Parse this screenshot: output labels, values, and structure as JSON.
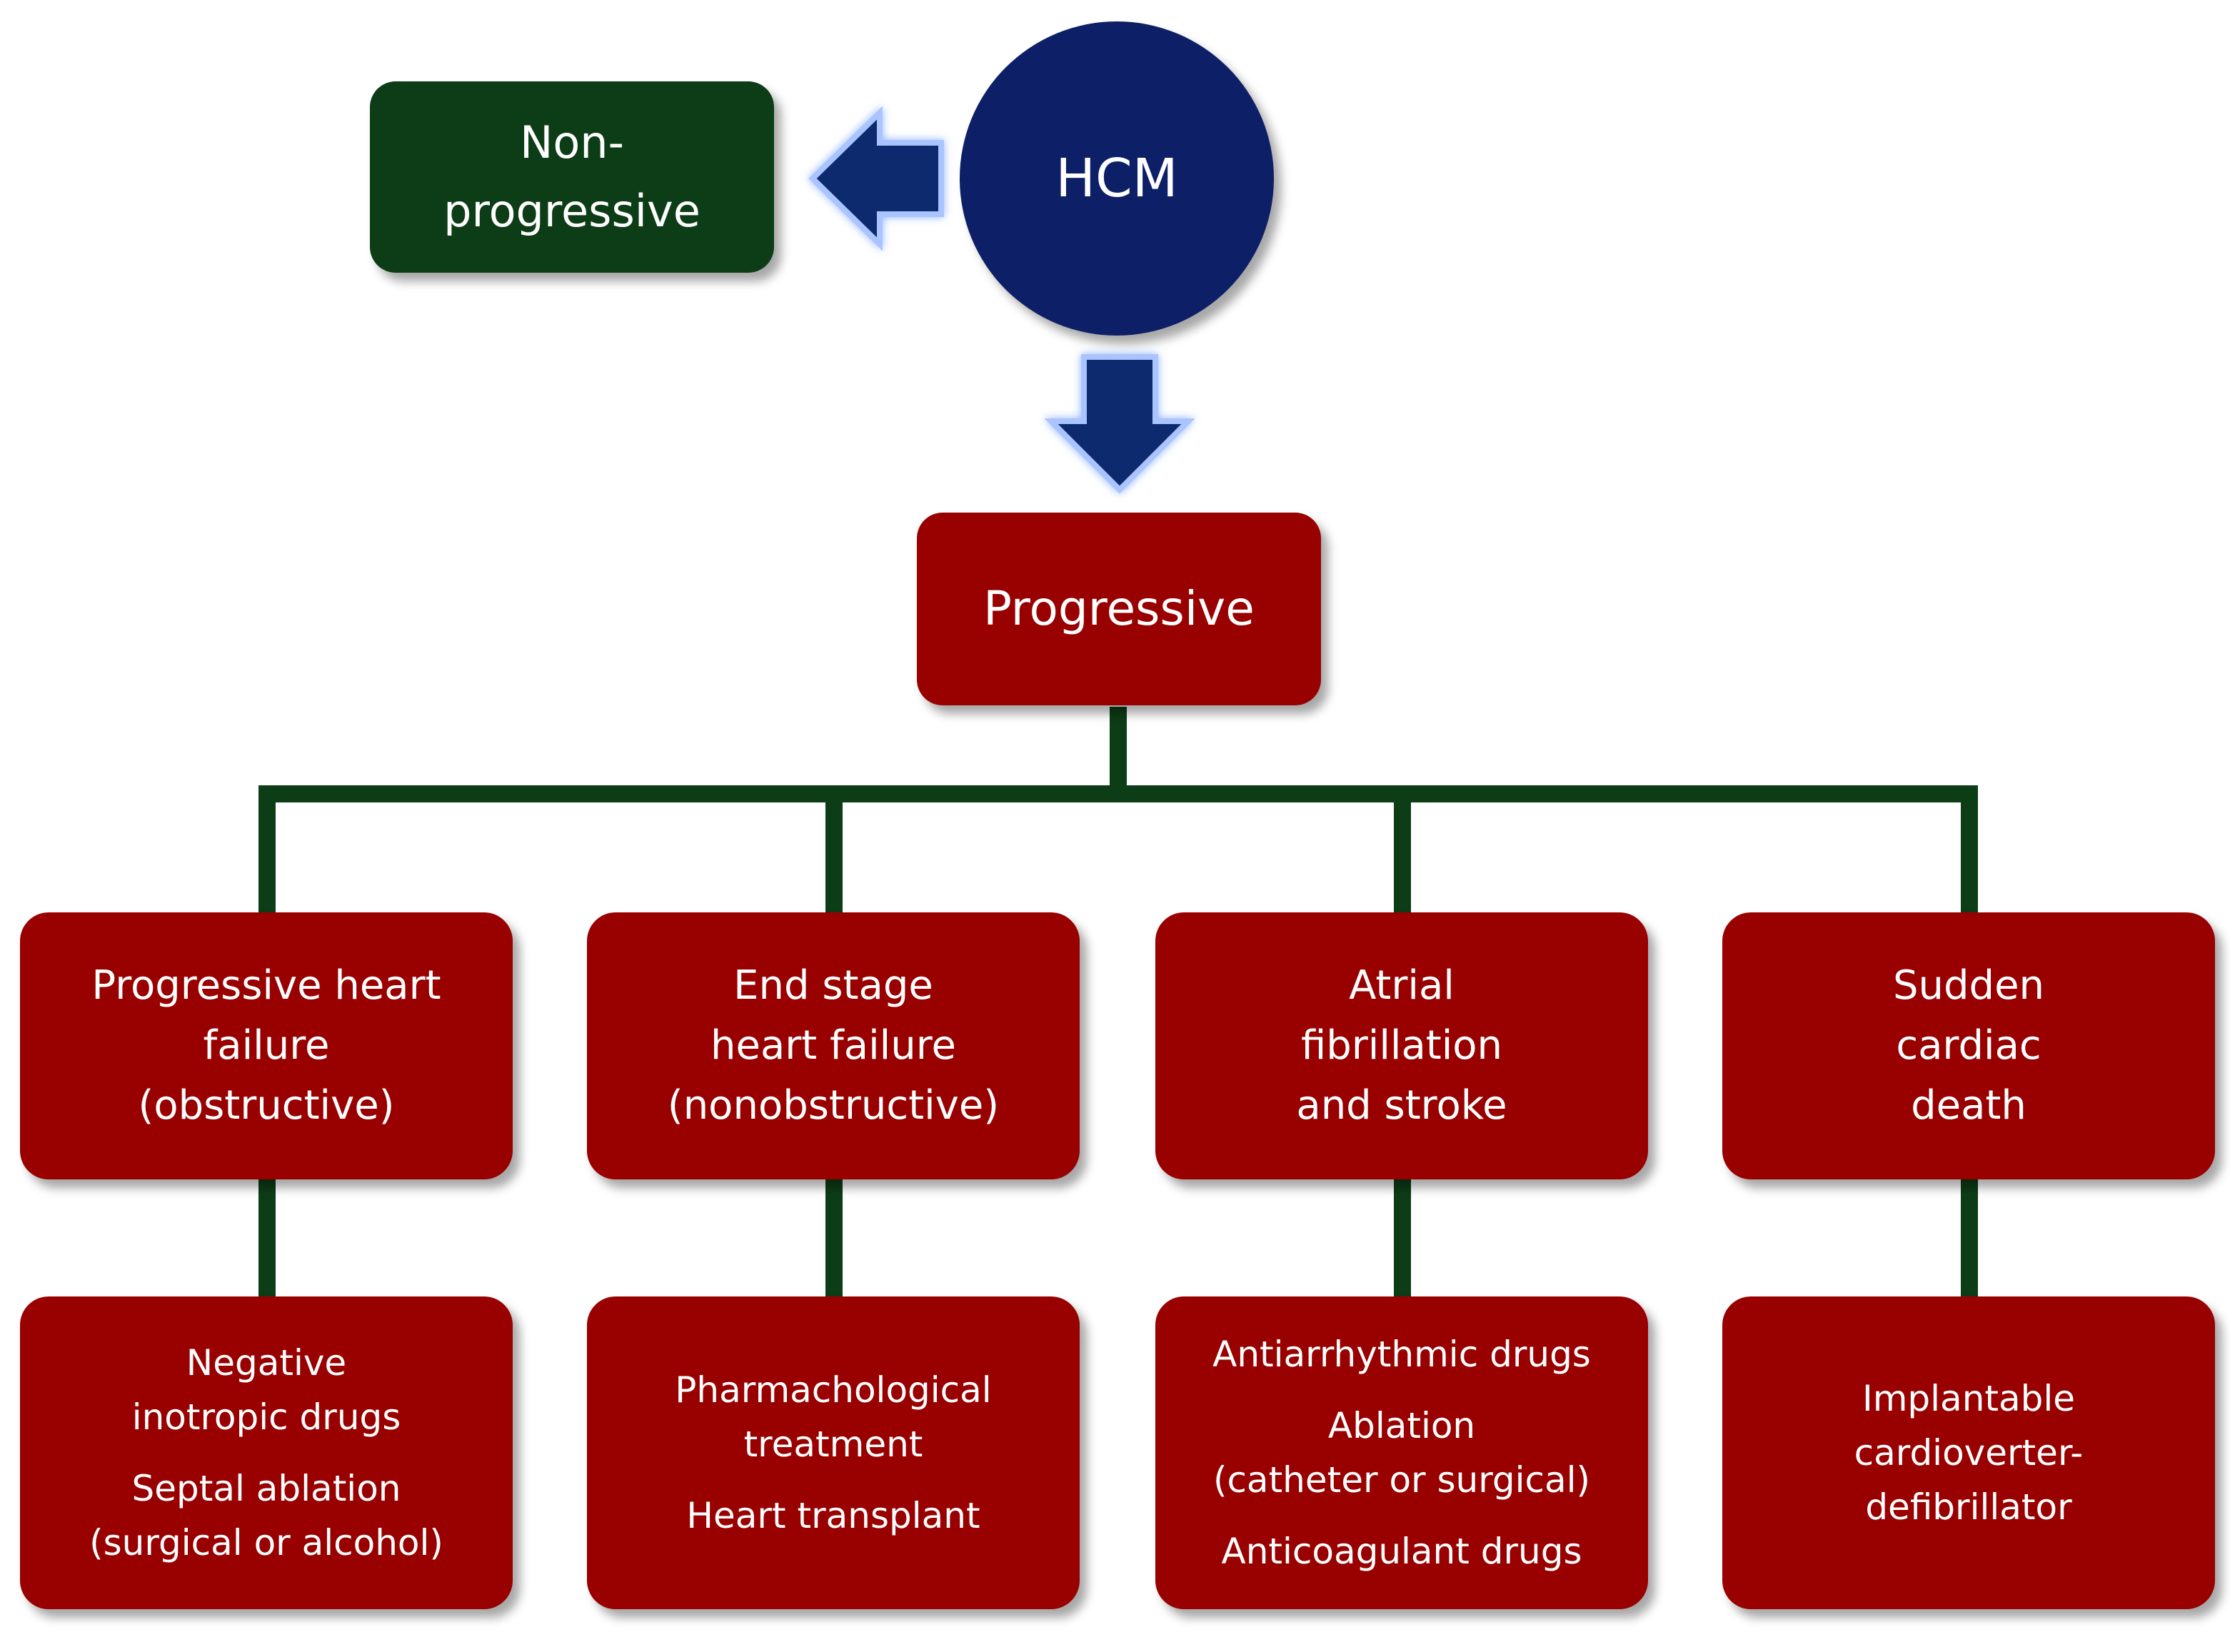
{
  "hcm": {
    "label": "HCM"
  },
  "non_progressive": {
    "label": "Non-\nprogressive"
  },
  "progressive": {
    "label": "Progressive"
  },
  "outcomes": [
    {
      "label": "Progressive heart\nfailure\n(obstructive)"
    },
    {
      "label": "End stage\nheart failure\n(nonobstructive)"
    },
    {
      "label": "Atrial\nfibrillation\nand stroke"
    },
    {
      "label": "Sudden\ncardiac\ndeath"
    }
  ],
  "treatments": [
    {
      "items": [
        "Negative\ninotropic drugs",
        "Septal ablation\n(surgical or alcohol)"
      ]
    },
    {
      "items": [
        "Pharmachological\ntreatment",
        "Heart transplant"
      ]
    },
    {
      "items": [
        "Antiarrhythmic drugs",
        "Ablation\n(catheter or surgical)",
        "Anticoagulant drugs"
      ]
    },
    {
      "items": [
        "Implantable\ncardioverter-\ndefibrillator"
      ]
    }
  ],
  "colors": {
    "hcm_circle": "#0d1f66",
    "arrow": "#0d2a6e",
    "non_progressive_box": "#0d3d16",
    "progressive_box": "#990000",
    "connector": "#0d3d16"
  }
}
